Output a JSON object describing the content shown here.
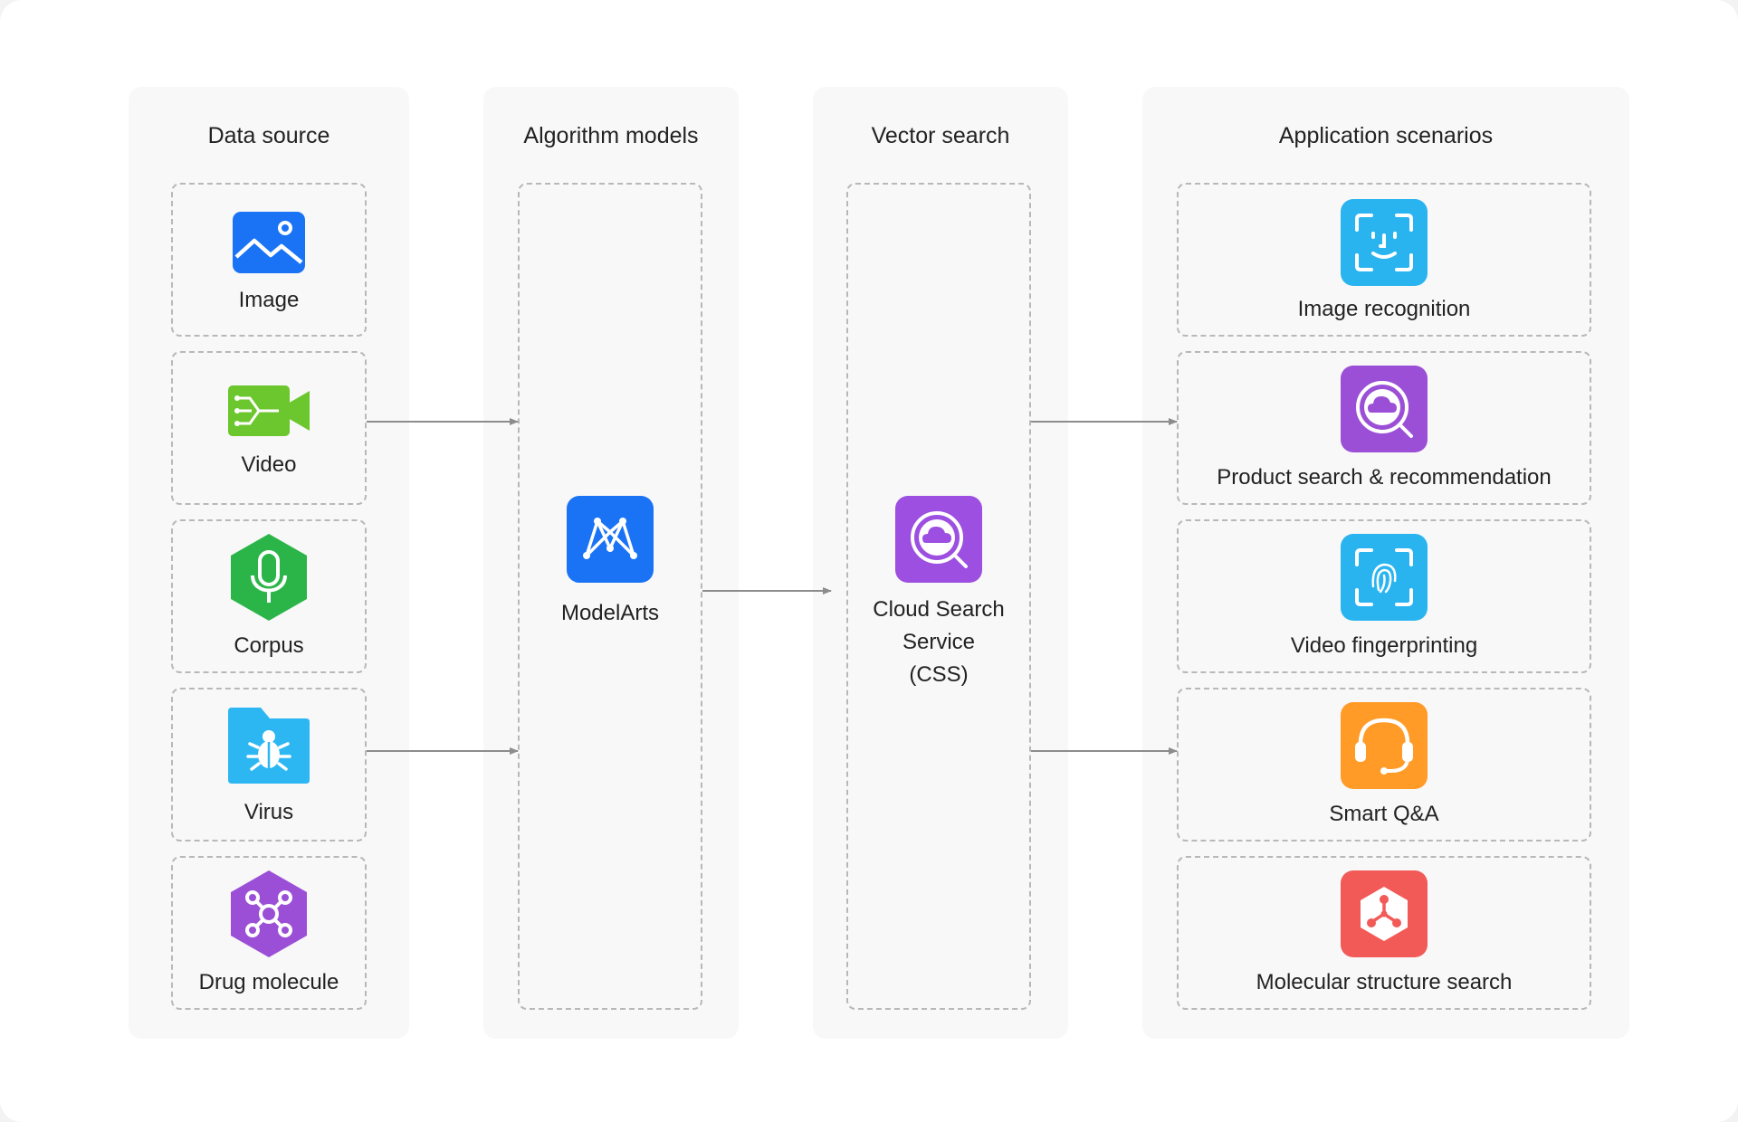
{
  "columns": {
    "data_source": {
      "title": "Data source",
      "items": [
        {
          "label": "Image",
          "icon": "image-icon"
        },
        {
          "label": "Video",
          "icon": "video-camera-icon"
        },
        {
          "label": "Corpus",
          "icon": "microphone-icon"
        },
        {
          "label": "Virus",
          "icon": "virus-folder-icon"
        },
        {
          "label": "Drug molecule",
          "icon": "molecule-icon"
        }
      ]
    },
    "algorithm_models": {
      "title": "Algorithm models",
      "node": {
        "label": "ModelArts",
        "icon": "modelarts-icon"
      }
    },
    "vector_search": {
      "title": "Vector search",
      "node": {
        "line1": "Cloud Search",
        "line2": "Service",
        "line3": "(CSS)",
        "icon": "cloud-search-icon"
      }
    },
    "application_scenarios": {
      "title": "Application scenarios",
      "items": [
        {
          "label": "Image recognition",
          "icon": "face-recognition-icon"
        },
        {
          "label": "Product search & recommendation",
          "icon": "product-search-icon"
        },
        {
          "label": "Video fingerprinting",
          "icon": "fingerprint-icon"
        },
        {
          "label": "Smart Q&A",
          "icon": "headset-icon"
        },
        {
          "label": "Molecular structure search",
          "icon": "molecular-structure-icon"
        }
      ]
    }
  },
  "colors": {
    "image": "#1a73f5",
    "video": "#6cc62d",
    "corpus": "#2bb548",
    "virus": "#2db7f2",
    "drug": "#9b4fd6",
    "modelarts": "#1a73f5",
    "css": "#9c4fe0",
    "face": "#29b4f0",
    "product": "#9b4fd6",
    "fingerprint": "#29b4f0",
    "qa": "#ff9b26",
    "molecular": "#f25a57"
  }
}
